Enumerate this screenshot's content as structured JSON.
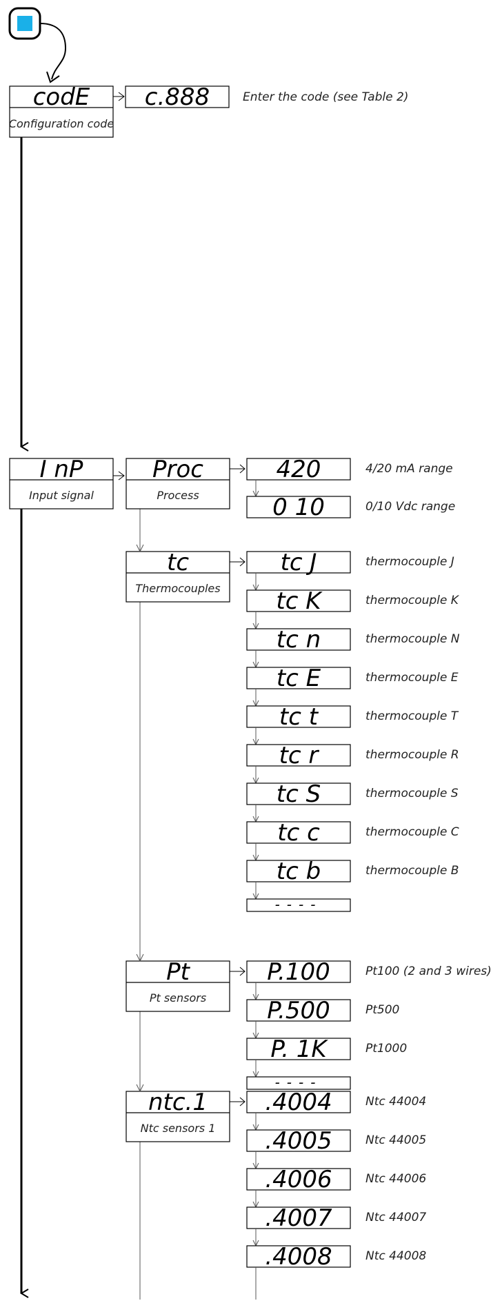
{
  "start_icon": {
    "name": "start-icon",
    "color": "#1ab0e8"
  },
  "code_section": {
    "display": "codE",
    "caption": "Configuration code",
    "value_display": "c.888",
    "description": "Enter the code (see Table 2)"
  },
  "input_section": {
    "display": "I nP",
    "caption": "Input signal",
    "groups": [
      {
        "id": "proc",
        "display": "Proc",
        "caption": "Process",
        "options": [
          {
            "display": "420",
            "description": "4/20 mA range"
          },
          {
            "display": "0 10",
            "description": "0/10 Vdc range"
          }
        ]
      },
      {
        "id": "tc",
        "display": "tc",
        "caption": "Thermocouples",
        "options": [
          {
            "display": "tc  J",
            "description": "thermocouple J"
          },
          {
            "display": "tc  K",
            "description": "thermocouple K"
          },
          {
            "display": "tc  n",
            "description": "thermocouple N"
          },
          {
            "display": "tc  E",
            "description": "thermocouple E"
          },
          {
            "display": "tc  t",
            "description": "thermocouple T"
          },
          {
            "display": "tc  r",
            "description": "thermocouple R"
          },
          {
            "display": "tc  S",
            "description": "thermocouple S"
          },
          {
            "display": "tc  c",
            "description": "thermocouple C"
          },
          {
            "display": "tc  b",
            "description": "thermocouple B"
          },
          {
            "display": "----",
            "description": ""
          }
        ]
      },
      {
        "id": "pt",
        "display": "Pt",
        "caption": "Pt sensors",
        "options": [
          {
            "display": "P.100",
            "description": "Pt100 (2 and 3 wires)"
          },
          {
            "display": "P.500",
            "description": "Pt500"
          },
          {
            "display": "P. 1K",
            "description": "Pt1000"
          },
          {
            "display": "----",
            "description": ""
          }
        ]
      },
      {
        "id": "ntc1",
        "display": "ntc.1",
        "caption": "Ntc sensors 1",
        "options": [
          {
            "display": ".4004",
            "description": "Ntc 44004"
          },
          {
            "display": ".4005",
            "description": "Ntc 44005"
          },
          {
            "display": ".4006",
            "description": "Ntc 44006"
          },
          {
            "display": ".4007",
            "description": "Ntc 44007"
          },
          {
            "display": ".4008",
            "description": "Ntc 44008"
          }
        ]
      }
    ]
  }
}
